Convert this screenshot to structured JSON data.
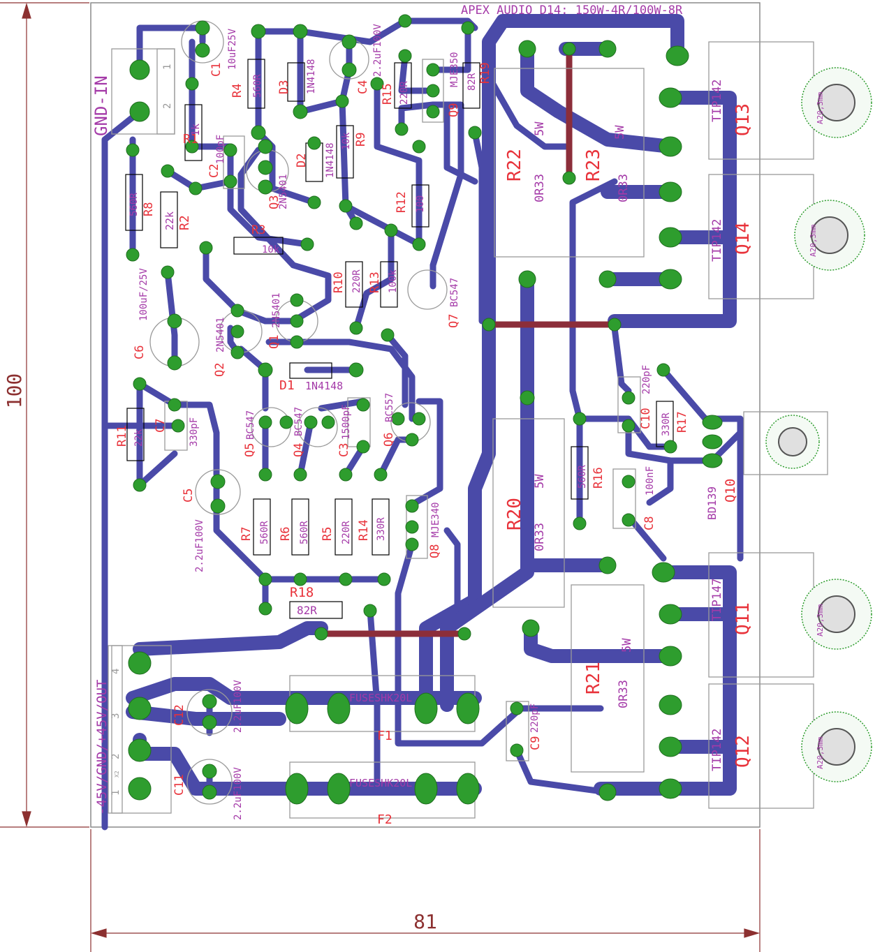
{
  "board": {
    "title": "APEX AUDIO D14: 150W-4R/100W-8R",
    "dim_width": "81",
    "dim_height": "100",
    "connectors": {
      "input": "GND-IN",
      "input_pins": [
        "1",
        "2"
      ],
      "power_out": "-45V/GND/+45V/OUT",
      "power_pins": [
        "4",
        "3",
        "2",
        "1"
      ],
      "power_ref": "X2"
    }
  },
  "components": {
    "resistors": [
      {
        "ref": "R1",
        "value": "1k"
      },
      {
        "ref": "R2",
        "value": "22k"
      },
      {
        "ref": "R3",
        "value": "10k"
      },
      {
        "ref": "R4",
        "value": "560R"
      },
      {
        "ref": "R5",
        "value": "220R"
      },
      {
        "ref": "R6",
        "value": "560R"
      },
      {
        "ref": "R7",
        "value": "560R"
      },
      {
        "ref": "R8",
        "value": "560R"
      },
      {
        "ref": "R9",
        "value": "10k"
      },
      {
        "ref": "R10",
        "value": "220R"
      },
      {
        "ref": "R11",
        "value": "22k"
      },
      {
        "ref": "R12",
        "value": "100"
      },
      {
        "ref": "R13",
        "value": "100k"
      },
      {
        "ref": "R14",
        "value": "330R"
      },
      {
        "ref": "R15",
        "value": "220R"
      },
      {
        "ref": "R16",
        "value": "560R"
      },
      {
        "ref": "R17",
        "value": "330R"
      },
      {
        "ref": "R18",
        "value": "82R"
      },
      {
        "ref": "R19",
        "value": "82R"
      }
    ],
    "power_resistors": [
      {
        "ref": "R20",
        "value": "0R33",
        "rating": "5W"
      },
      {
        "ref": "R21",
        "value": "0R33",
        "rating": "5W"
      },
      {
        "ref": "R22",
        "value": "0R33",
        "rating": "5W"
      },
      {
        "ref": "R23",
        "value": "0R33",
        "rating": "5W"
      }
    ],
    "capacitors": [
      {
        "ref": "C1",
        "value": "10uF25V"
      },
      {
        "ref": "C2",
        "value": "100pF"
      },
      {
        "ref": "C3",
        "value": "1500pF"
      },
      {
        "ref": "C4",
        "value": "2.2uF100V"
      },
      {
        "ref": "C5",
        "value": "2.2uF100V"
      },
      {
        "ref": "C6",
        "value": "100uF/25V"
      },
      {
        "ref": "C7",
        "value": "330pF"
      },
      {
        "ref": "C8",
        "value": "100nF"
      },
      {
        "ref": "C9",
        "value": "220pF"
      },
      {
        "ref": "C10",
        "value": "220pF"
      },
      {
        "ref": "C11",
        "value": "2.2uF100V"
      },
      {
        "ref": "C12",
        "value": "2.2uF100V"
      }
    ],
    "diodes": [
      {
        "ref": "D1",
        "value": "1N4148"
      },
      {
        "ref": "D2",
        "value": "1N4148"
      },
      {
        "ref": "D3",
        "value": "1N4148"
      }
    ],
    "transistors": [
      {
        "ref": "Q1",
        "value": "2N5401"
      },
      {
        "ref": "Q2",
        "value": "2N5401"
      },
      {
        "ref": "Q3",
        "value": "2N5401"
      },
      {
        "ref": "Q4",
        "value": "BC547"
      },
      {
        "ref": "Q5",
        "value": "BC547"
      },
      {
        "ref": "Q6",
        "value": "BC557"
      },
      {
        "ref": "Q7",
        "value": "BC547"
      },
      {
        "ref": "Q8",
        "value": "MJE340"
      },
      {
        "ref": "Q9",
        "value": "MJE350"
      },
      {
        "ref": "Q10",
        "value": "BD139"
      },
      {
        "ref": "Q11",
        "value": "TIP147"
      },
      {
        "ref": "Q12",
        "value": "TIP142"
      },
      {
        "ref": "Q13",
        "value": "TIP142"
      },
      {
        "ref": "Q14",
        "value": "TIP142"
      }
    ],
    "fuses": [
      {
        "ref": "F1",
        "value": "FUSESHK20L"
      },
      {
        "ref": "F2",
        "value": "FUSESHK20L"
      }
    ],
    "heatsink_label": "A20,3mm"
  },
  "colors": {
    "track": "#4a4aa8",
    "pad": "#2e9d2e",
    "jumper": "#8c2e3a",
    "ref_label": "#e8323a",
    "value_label": "#a43aa8",
    "dimension": "#8c3030"
  }
}
